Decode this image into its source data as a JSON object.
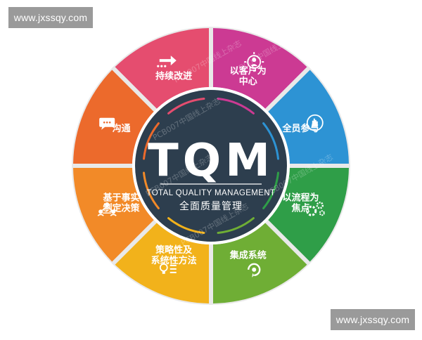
{
  "watermark": {
    "top": "www.jxssqy.com",
    "bottom": "www.jxssqy.com"
  },
  "center": {
    "title": "TQM",
    "subtitle": "TOTAL QUALITY MANAGEMENT",
    "chinese": "全面质量管理"
  },
  "segments": [
    {
      "lines": [
        "持续改进"
      ],
      "color": "#e54d6f",
      "icon": "arrows-icon"
    },
    {
      "lines": [
        "以客户为",
        "中心"
      ],
      "color": "#cc3a93",
      "icon": "customer-center-icon"
    },
    {
      "lines": [
        "全员参与"
      ],
      "color": "#2d93d4",
      "icon": "hand-raise-icon"
    },
    {
      "lines": [
        "以流程为",
        "焦点"
      ],
      "color": "#2f9e48",
      "icon": "gears-icon"
    },
    {
      "lines": [
        "集成系统"
      ],
      "color": "#6fae35",
      "icon": "system-cycle-icon"
    },
    {
      "lines": [
        "策略性及",
        "系统性方法"
      ],
      "color": "#f2b21b",
      "icon": "bulb-list-icon"
    },
    {
      "lines": [
        "基于事实",
        "制定决策"
      ],
      "color": "#f28a28",
      "icon": "people-network-icon"
    },
    {
      "lines": [
        "沟通"
      ],
      "color": "#ec6a2c",
      "icon": "chat-bubble-icon"
    }
  ],
  "colors": {
    "hub": "#2d3e4e",
    "ring": "#ffffff"
  },
  "ghost_text": "PCB007中国线上杂志"
}
